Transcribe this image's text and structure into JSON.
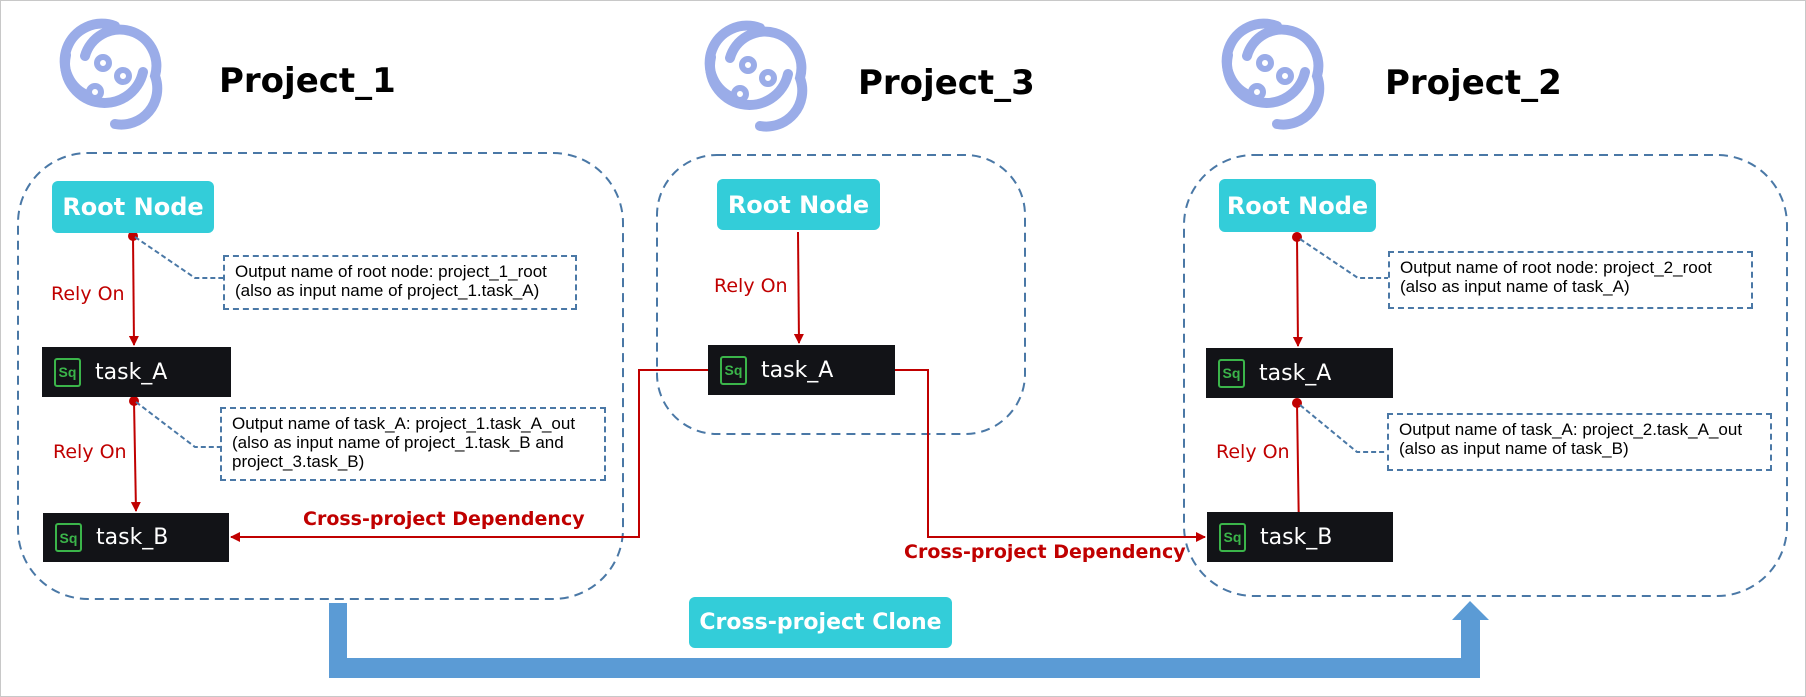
{
  "colors": {
    "root_node": "#33cdd9",
    "task_node": "#121317",
    "task_icon": "#3bb54a",
    "dependency": "#c00000",
    "project_border": "#4a78a6",
    "clone_arrow": "#5b9bd5",
    "logo": "#9aace8"
  },
  "projects": {
    "p1": {
      "title": "Project_1",
      "logo_icon": "project-logo-icon",
      "root_label": "Root Node",
      "task_a": {
        "icon": "Sq",
        "label": "task_A"
      },
      "task_b": {
        "icon": "Sq",
        "label": "task_B"
      },
      "rely_on_1": "Rely On",
      "rely_on_2": "Rely On",
      "note_root": [
        "Output name of root node: project_1_root",
        "(also as input name of project_1.task_A)"
      ],
      "note_task_a": [
        "Output name of task_A: project_1.task_A_out",
        "(also as input name of project_1.task_B and",
        "project_3.task_B)"
      ]
    },
    "p3": {
      "title": "Project_3",
      "logo_icon": "project-logo-icon",
      "root_label": "Root Node",
      "task_a": {
        "icon": "Sq",
        "label": "task_A"
      },
      "rely_on_1": "Rely On"
    },
    "p2": {
      "title": "Project_2",
      "logo_icon": "project-logo-icon",
      "root_label": "Root Node",
      "task_a": {
        "icon": "Sq",
        "label": "task_A"
      },
      "task_b": {
        "icon": "Sq",
        "label": "task_B"
      },
      "rely_on_2": "Rely On",
      "note_root": [
        "Output name of root node: project_2_root",
        "(also as input name of task_A)"
      ],
      "note_task_a": [
        "Output name of task_A: project_2.task_A_out",
        "(also as input name of task_B)"
      ]
    }
  },
  "edges": {
    "cross_dep_left": "Cross-project Dependency",
    "cross_dep_right": "Cross-project Dependency",
    "clone_label": "Cross-project Clone"
  }
}
